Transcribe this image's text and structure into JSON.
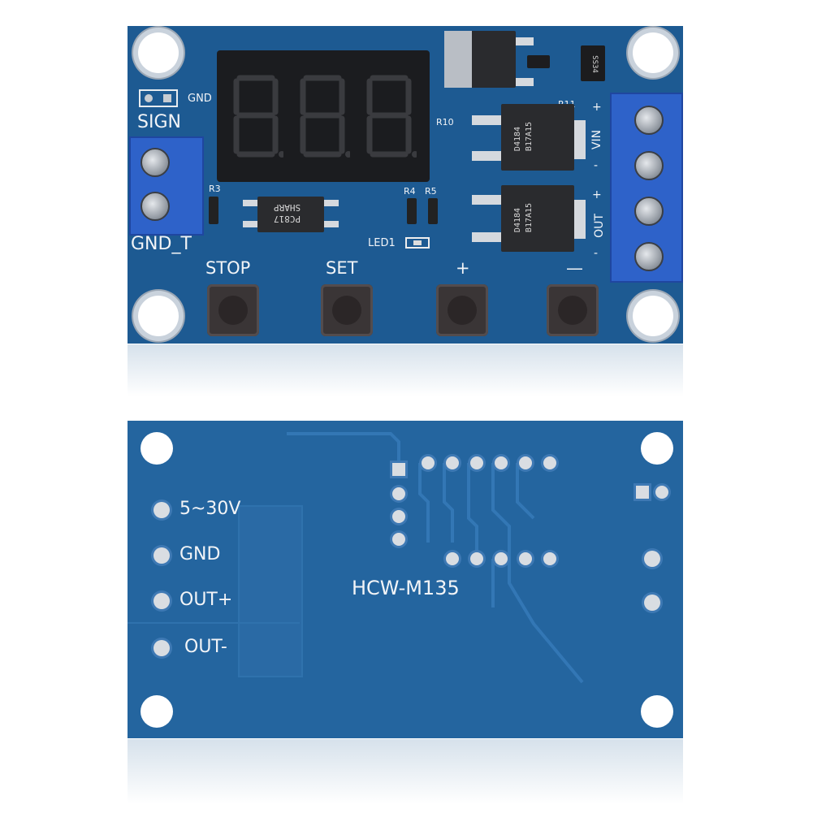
{
  "front": {
    "labels": {
      "gnd_pin": "GND",
      "sign": "SIGN",
      "gnd_t": "GND_T",
      "r3": "R3",
      "r4": "R4",
      "r5": "R5",
      "r10": "R10",
      "r11": "R11",
      "led1": "LED1",
      "ss34": "SS34",
      "vin_plus": "+",
      "vin": "VIN",
      "vin_minus": "-",
      "out_plus": "+",
      "out": "OUT",
      "out_minus": "-"
    },
    "display": {
      "text": "8.8.8."
    },
    "buttons": [
      {
        "label": "STOP"
      },
      {
        "label": "SET"
      },
      {
        "label": "+"
      },
      {
        "label": "—"
      }
    ],
    "chips": {
      "optocoupler": "PC817\nSHARP",
      "mosfet_1": "D4184\nB17A15",
      "mosfet_2": "D4184\nB17A15"
    }
  },
  "back": {
    "labels": {
      "voltage": "5~30V",
      "gnd": "GND",
      "out_plus": "OUT+",
      "out_minus": "OUT-",
      "model": "HCW-M135"
    }
  }
}
